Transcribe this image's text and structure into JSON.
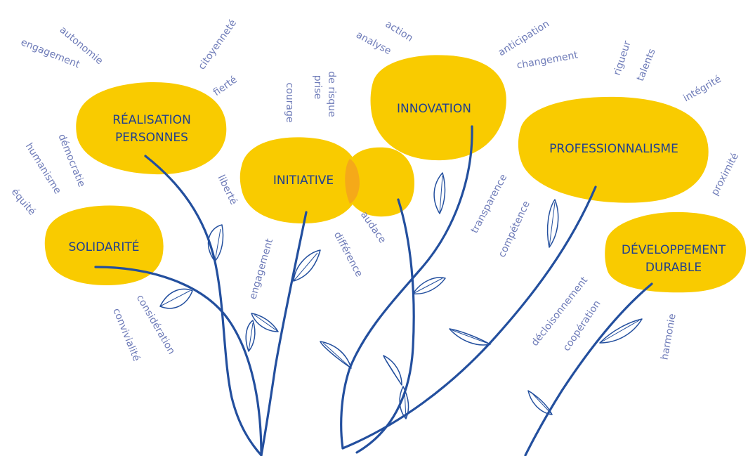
{
  "colors": {
    "flower": "#f9cb00",
    "overlap": "#f5a31d",
    "stem": "#234f9e",
    "flower_text": "#1f3f8f",
    "value_text": "#6e7bb8"
  },
  "flowers": {
    "realisation": {
      "line1": "RÉALISATION",
      "line2": "PERSONNES"
    },
    "solidarite": {
      "line1": "SOLIDARITÉ"
    },
    "initiative": {
      "line1": "INITIATIVE"
    },
    "innovation": {
      "line1": "INNOVATION"
    },
    "professionnalisme": {
      "line1": "PROFESSIONNALISME"
    },
    "developpement": {
      "line1": "DÉVELOPPEMENT",
      "line2": "DURABLE"
    }
  },
  "values": {
    "engagement_top": "engagement",
    "autonomie": "autonomie",
    "citoyennete": "citoyenneté",
    "fierte": "fierté",
    "humanisme": "humanisme",
    "democratie": "démocratie",
    "equite": "équité",
    "liberte": "liberté",
    "courage": "courage",
    "prise": "prise",
    "de_risque": "de risque",
    "action": "action",
    "analyse": "analyse",
    "anticipation": "anticipation",
    "changement": "changement",
    "rigueur": "rigueur",
    "talents": "talents",
    "integrite": "intégrité",
    "proximite": "proximité",
    "audace": "audace",
    "difference": "différence",
    "engagement_mid": "engagement",
    "transparence": "transparence",
    "competence": "compétence",
    "consideration": "considération",
    "convivialite": "convivialité",
    "decloisonnement": "décloisonnement",
    "cooperation": "coopération",
    "harmonie": "harmonie"
  }
}
